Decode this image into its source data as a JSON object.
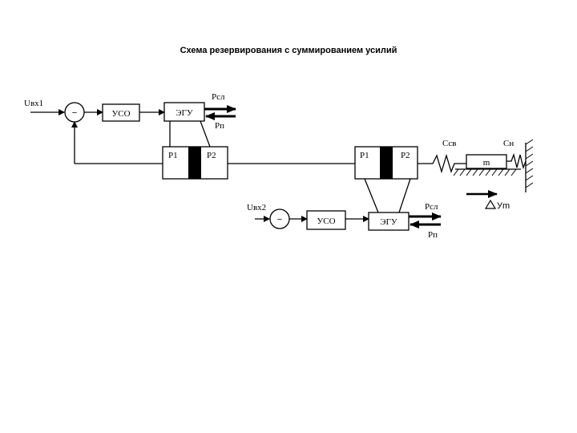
{
  "title": "Схема резервирования с суммированием усилий",
  "labels": {
    "input1": "Uвх1",
    "input2": "Uвх2",
    "amp1": "УСО",
    "amp2": "УСО",
    "valve1": "ЭГУ",
    "valve2": "ЭГУ",
    "psl1": "Pсл",
    "pp1": "Pп",
    "psl2": "Pсл",
    "pp2": "Pп",
    "cyl1_p1": "P1",
    "cyl1_p2": "P2",
    "cyl2_p1": "P1",
    "cyl2_p2": "P2",
    "c_sv": "Cсв",
    "c_n": "Cн",
    "mass": "m",
    "delta_y": "Уm",
    "sum_sign": "−"
  }
}
